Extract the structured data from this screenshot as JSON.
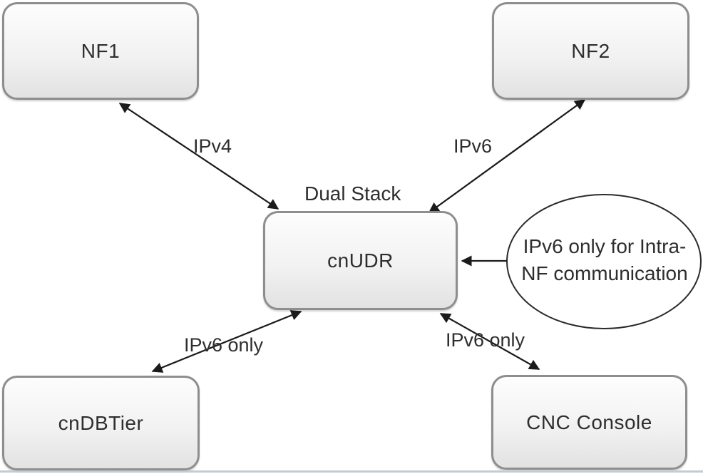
{
  "nodes": {
    "nf1": {
      "label": "NF1"
    },
    "nf2": {
      "label": "NF2"
    },
    "cnudr": {
      "label": "cnUDR",
      "annotation": "Dual Stack"
    },
    "cndbtier": {
      "label": "cnDBTier"
    },
    "cnc_console": {
      "label": "CNC Console"
    }
  },
  "edges": {
    "nf1_cnudr": {
      "label": "IPv4",
      "direction": "bidirectional"
    },
    "nf2_cnudr": {
      "label": "IPv6",
      "direction": "bidirectional"
    },
    "cnudr_cndbtier": {
      "label": "IPv6 only",
      "direction": "bidirectional"
    },
    "cnudr_cnc_console": {
      "label": "IPv6 only",
      "direction": "bidirectional"
    },
    "note_cnudr": {
      "direction": "to-cnudr"
    }
  },
  "note": {
    "line1": "IPv6 only for Intra-",
    "line2": "NF communication"
  },
  "colors": {
    "box_border": "#8e8e8e",
    "box_fill_top": "#fdfdfd",
    "box_fill_bottom": "#e2e2e2",
    "text": "#2e2e2e",
    "arrow": "#1b1b1b",
    "ellipse_stroke": "#2b2b2b",
    "bottom_rule": "#c6cbd0"
  }
}
